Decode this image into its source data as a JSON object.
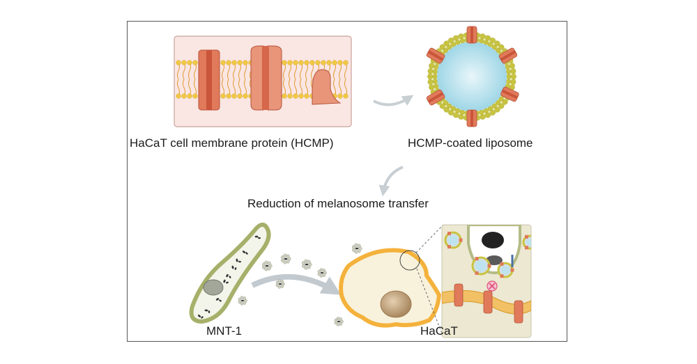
{
  "labels": {
    "hcmp": "HaCaT cell membrane protein (HCMP)",
    "liposome": "HCMP-coated liposome",
    "reduction": "Reduction of  melanosome transfer",
    "mnt1": "MNT-1",
    "hacat": "HaCaT"
  },
  "colors": {
    "protein": "#e07a5a",
    "protein_dark": "#c9553a",
    "lipid_head": "#f0c845",
    "lipid_tail": "#e09a30",
    "membrane_bg": "#fae6e3",
    "liposome_core": "#b4e0ec",
    "hacat_border": "#f4b23c",
    "hacat_fill": "#f8f2dc",
    "mnt1_border": "#a7b06a",
    "mnt1_fill": "#f3f5ea",
    "nucleus": "#c9a880",
    "inset_bg": "#ece8d2",
    "inhibit": "#e0507a",
    "arrow": "#c8cfd3"
  },
  "icons": [
    "curved-arrow-icon",
    "inhibition-cross-icon"
  ]
}
